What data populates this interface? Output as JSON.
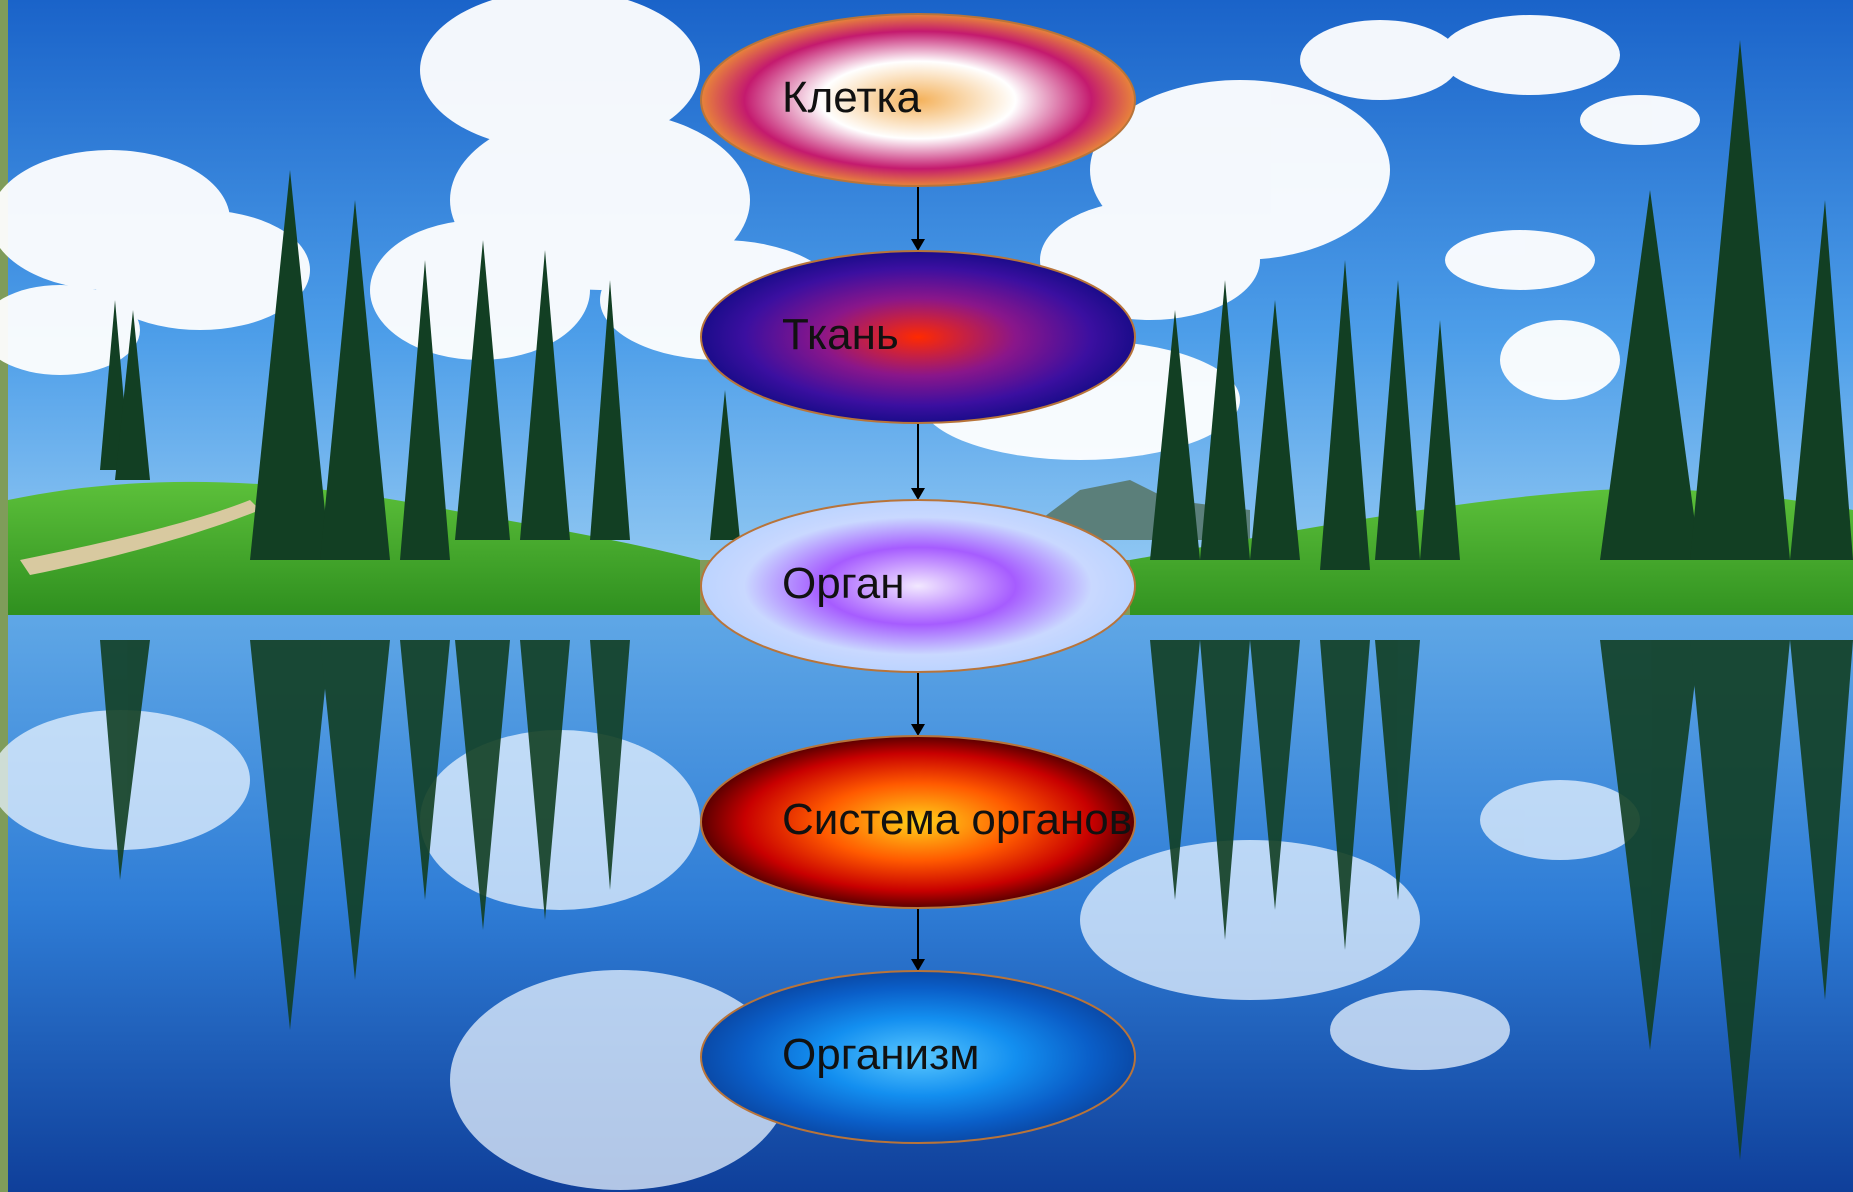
{
  "diagram": {
    "nodes": [
      {
        "id": "cell",
        "label": "Клетка",
        "gradient": [
          "#f4b15a",
          "#ffffff",
          "#c41a6e",
          "#e8843a"
        ]
      },
      {
        "id": "tissue",
        "label": "Ткань",
        "gradient": [
          "#ff2a00",
          "#8a168a",
          "#3b0fa0",
          "#1b0c8a"
        ]
      },
      {
        "id": "organ",
        "label": "Орган",
        "gradient": [
          "#f2e8ff",
          "#a65cff",
          "#c9d8ff",
          "#bcd4ff"
        ]
      },
      {
        "id": "organ-system",
        "label": "Система органов",
        "gradient": [
          "#ffd21a",
          "#ff5a00",
          "#c80000",
          "#5a0000"
        ]
      },
      {
        "id": "organism",
        "label": "Организм",
        "gradient": [
          "#5ac8ff",
          "#138ff0",
          "#0a5ec8",
          "#0a4aa8"
        ]
      }
    ],
    "arrows": [
      {
        "from": "cell",
        "to": "tissue"
      },
      {
        "from": "tissue",
        "to": "organ"
      },
      {
        "from": "organ",
        "to": "organ-system"
      },
      {
        "from": "organ-system",
        "to": "organism"
      }
    ]
  },
  "colors": {
    "frame": "#7f9c5a",
    "sky_top": "#1f6fd0",
    "sky_mid": "#5aa8ee",
    "grass": "#3ea327",
    "water": "#1552b4",
    "tree": "#123f23"
  }
}
